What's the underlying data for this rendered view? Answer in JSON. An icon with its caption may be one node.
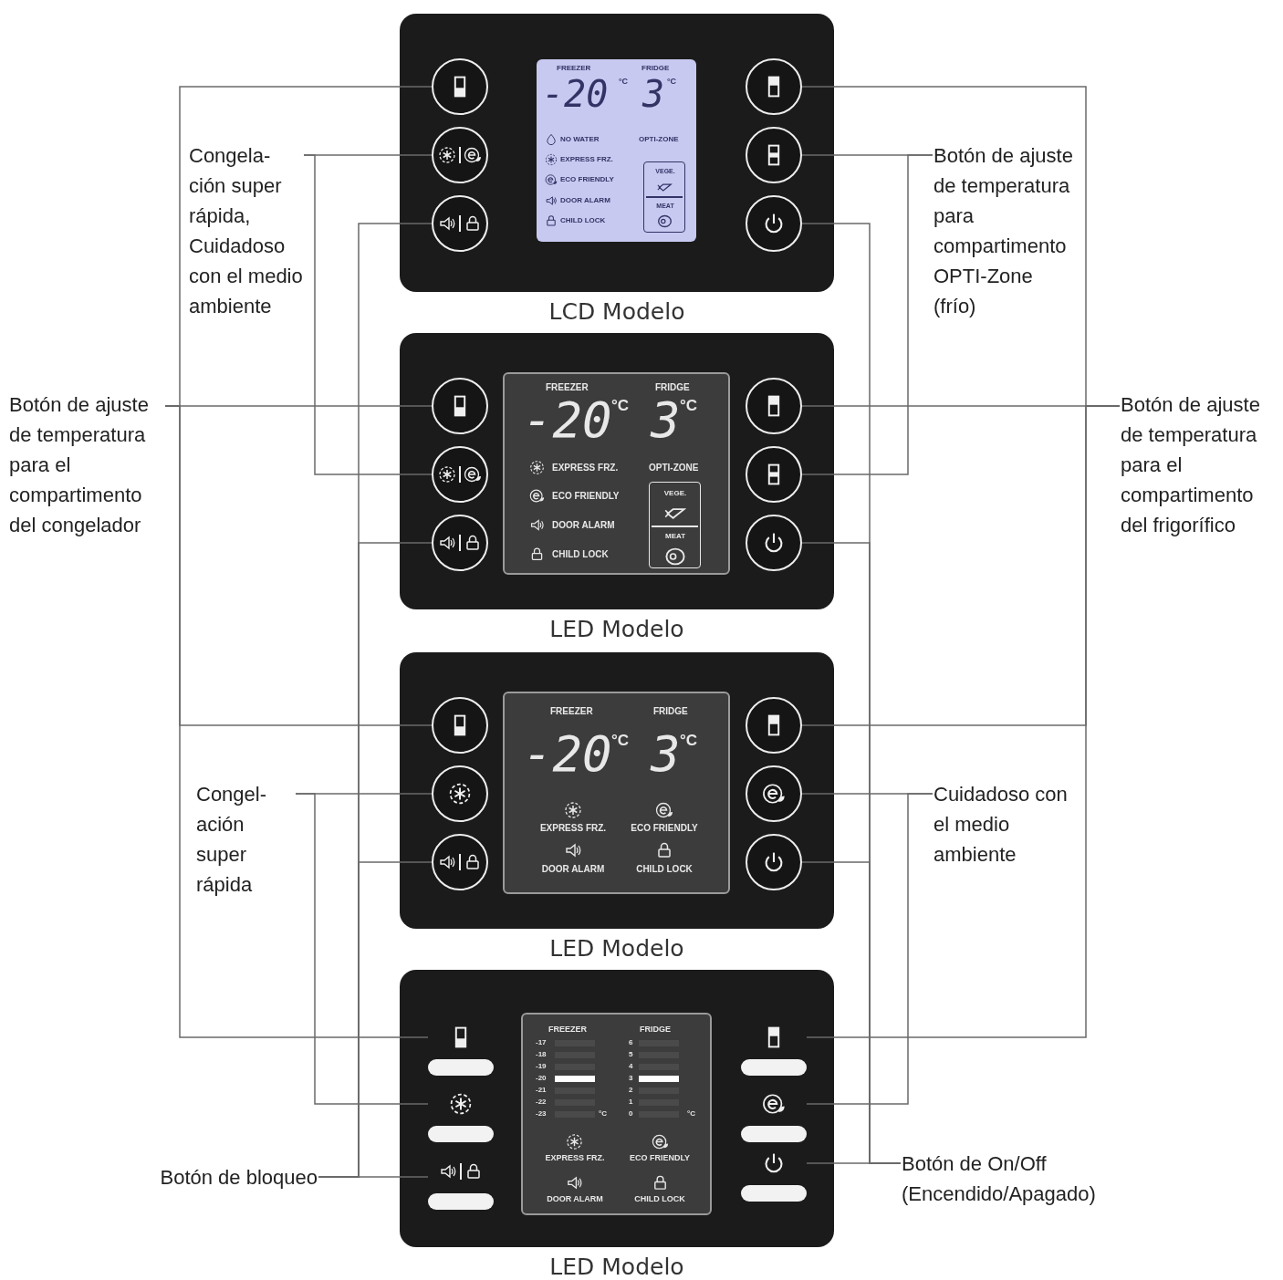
{
  "diagram": {
    "nodes": [
      {
        "text": [
          "LCD Modelo"
        ]
      },
      {
        "text": [],
        "shape": "circle",
        "in": 0
      },
      {
        "text": [],
        "shape": "circle",
        "in": 0
      },
      {
        "text": [],
        "shape": "circle",
        "in": 0
      },
      {
        "text": [
          "FREEZER",
          "FRIDGE",
          "-20",
          "°C",
          "3",
          "°C",
          "NO WATER",
          "OPTI-ZONE",
          "EXPRESS FRZ.",
          "ECO FRIENDLY",
          "DOOR ALARM",
          "CHILD LOCK"
        ],
        "in": 0
      },
      {
        "text": [
          "VEGE.",
          "MEAT"
        ],
        "in": 4
      },
      {
        "text": [],
        "shape": "circle",
        "in": 0
      },
      {
        "text": [],
        "shape": "circle",
        "in": 0
      },
      {
        "text": [],
        "shape": "circle",
        "in": 0
      },
      {
        "text": [
          "LED Modelo"
        ]
      },
      {
        "text": [],
        "shape": "circle",
        "in": 9
      },
      {
        "text": [],
        "shape": "circle",
        "in": 9
      },
      {
        "text": [],
        "shape": "circle",
        "in": 9
      },
      {
        "text": [
          "FREEZER",
          "FRIDGE",
          "-20",
          "°C",
          "3",
          "°C",
          "EXPRESS FRZ.",
          "OPTI-ZONE",
          "ECO FRIENDLY",
          "DOOR ALARM",
          "CHILD LOCK"
        ],
        "in": 9
      },
      {
        "text": [
          "VEGE.",
          "MEAT"
        ],
        "in": 13
      },
      {
        "text": [],
        "shape": "circle",
        "in": 9
      },
      {
        "text": [],
        "shape": "circle",
        "in": 9
      },
      {
        "text": [],
        "shape": "circle",
        "in": 9
      },
      {
        "text": [
          "LED Modelo"
        ]
      },
      {
        "text": [],
        "shape": "circle",
        "in": 18
      },
      {
        "text": [],
        "shape": "circle",
        "in": 18
      },
      {
        "text": [],
        "shape": "circle",
        "in": 18
      },
      {
        "text": [
          "FREEZER",
          "FRIDGE",
          "-20",
          "°C",
          "3",
          "°C",
          "EXPRESS FRZ.",
          "ECO FRIENDLY",
          "DOOR ALARM",
          "CHILD LOCK"
        ],
        "in": 18
      },
      {
        "text": [],
        "shape": "circle",
        "in": 18
      },
      {
        "text": [],
        "shape": "circle",
        "in": 18
      },
      {
        "text": [],
        "shape": "circle",
        "in": 18
      },
      {
        "text": [
          "LED Modelo"
        ]
      },
      {
        "text": [],
        "shape": "button",
        "in": 26
      },
      {
        "text": [],
        "shape": "button",
        "in": 26
      },
      {
        "text": [],
        "shape": "button",
        "in": 26
      },
      {
        "text": [
          "FREEZER",
          "FRIDGE",
          "-17",
          "6",
          "-18",
          "5",
          "-19",
          "4",
          "-20",
          "3",
          "-21",
          "2",
          "-22",
          "1",
          "-23",
          "°C",
          "0",
          "°C",
          "EXPRESS FRZ.",
          "ECO FRIENDLY",
          "DOOR ALARM",
          "CHILD LOCK"
        ],
        "in": 26
      },
      {
        "text": [],
        "shape": "button",
        "in": 26
      },
      {
        "text": [],
        "shape": "button",
        "in": 26
      },
      {
        "text": [],
        "shape": "button",
        "in": 26
      },
      {
        "text": [
          "Congela- ción super rápida, Cuidadoso con el medio ambiente"
        ]
      },
      {
        "text": [
          "Botón de ajuste de temperatura para compartimento OPTI-Zone (frío)"
        ]
      },
      {
        "text": [
          "Botón de ajuste de temperatura para el compartimento del congelador"
        ]
      },
      {
        "text": [
          "Botón de ajuste de temperatura para el compartimento del frigorífico"
        ]
      },
      {
        "text": [
          "Congel- ación super rápida"
        ]
      },
      {
        "text": [
          "Cuidadoso con el medio ambiente"
        ]
      },
      {
        "text": [
          "Botón de bloqueo"
        ]
      },
      {
        "text": [
          "Botón de On/Off (Encendido/Apagado)"
        ]
      }
    ],
    "edges": [
      {
        "from": 36,
        "to": 1,
        "arrow": "none"
      },
      {
        "from": 36,
        "to": 10,
        "arrow": "none"
      },
      {
        "from": 36,
        "to": 19,
        "arrow": "none"
      },
      {
        "from": 36,
        "to": 27,
        "arrow": "none"
      },
      {
        "from": 34,
        "to": 2,
        "arrow": "none"
      },
      {
        "from": 34,
        "to": 11,
        "arrow": "none"
      },
      {
        "from": 40,
        "to": 3,
        "arrow": "none"
      },
      {
        "from": 40,
        "to": 12,
        "arrow": "none"
      },
      {
        "from": 40,
        "to": 21,
        "arrow": "none"
      },
      {
        "from": 40,
        "to": 29,
        "arrow": "none"
      },
      {
        "from": 38,
        "to": 20,
        "arrow": "none"
      },
      {
        "from": 38,
        "to": 28,
        "arrow": "none"
      },
      {
        "from": 37,
        "to": 6,
        "arrow": "none"
      },
      {
        "from": 37,
        "to": 15,
        "arrow": "none"
      },
      {
        "from": 37,
        "to": 23,
        "arrow": "none"
      },
      {
        "from": 37,
        "to": 31,
        "arrow": "none"
      },
      {
        "from": 35,
        "to": 7,
        "arrow": "none"
      },
      {
        "from": 35,
        "to": 16,
        "arrow": "none"
      },
      {
        "from": 39,
        "to": 24,
        "arrow": "none"
      },
      {
        "from": 39,
        "to": 32,
        "arrow": "none"
      },
      {
        "from": 41,
        "to": 8,
        "arrow": "none"
      },
      {
        "from": 41,
        "to": 17,
        "arrow": "none"
      },
      {
        "from": 41,
        "to": 25,
        "arrow": "none"
      },
      {
        "from": 41,
        "to": 33,
        "arrow": "none"
      }
    ]
  }
}
